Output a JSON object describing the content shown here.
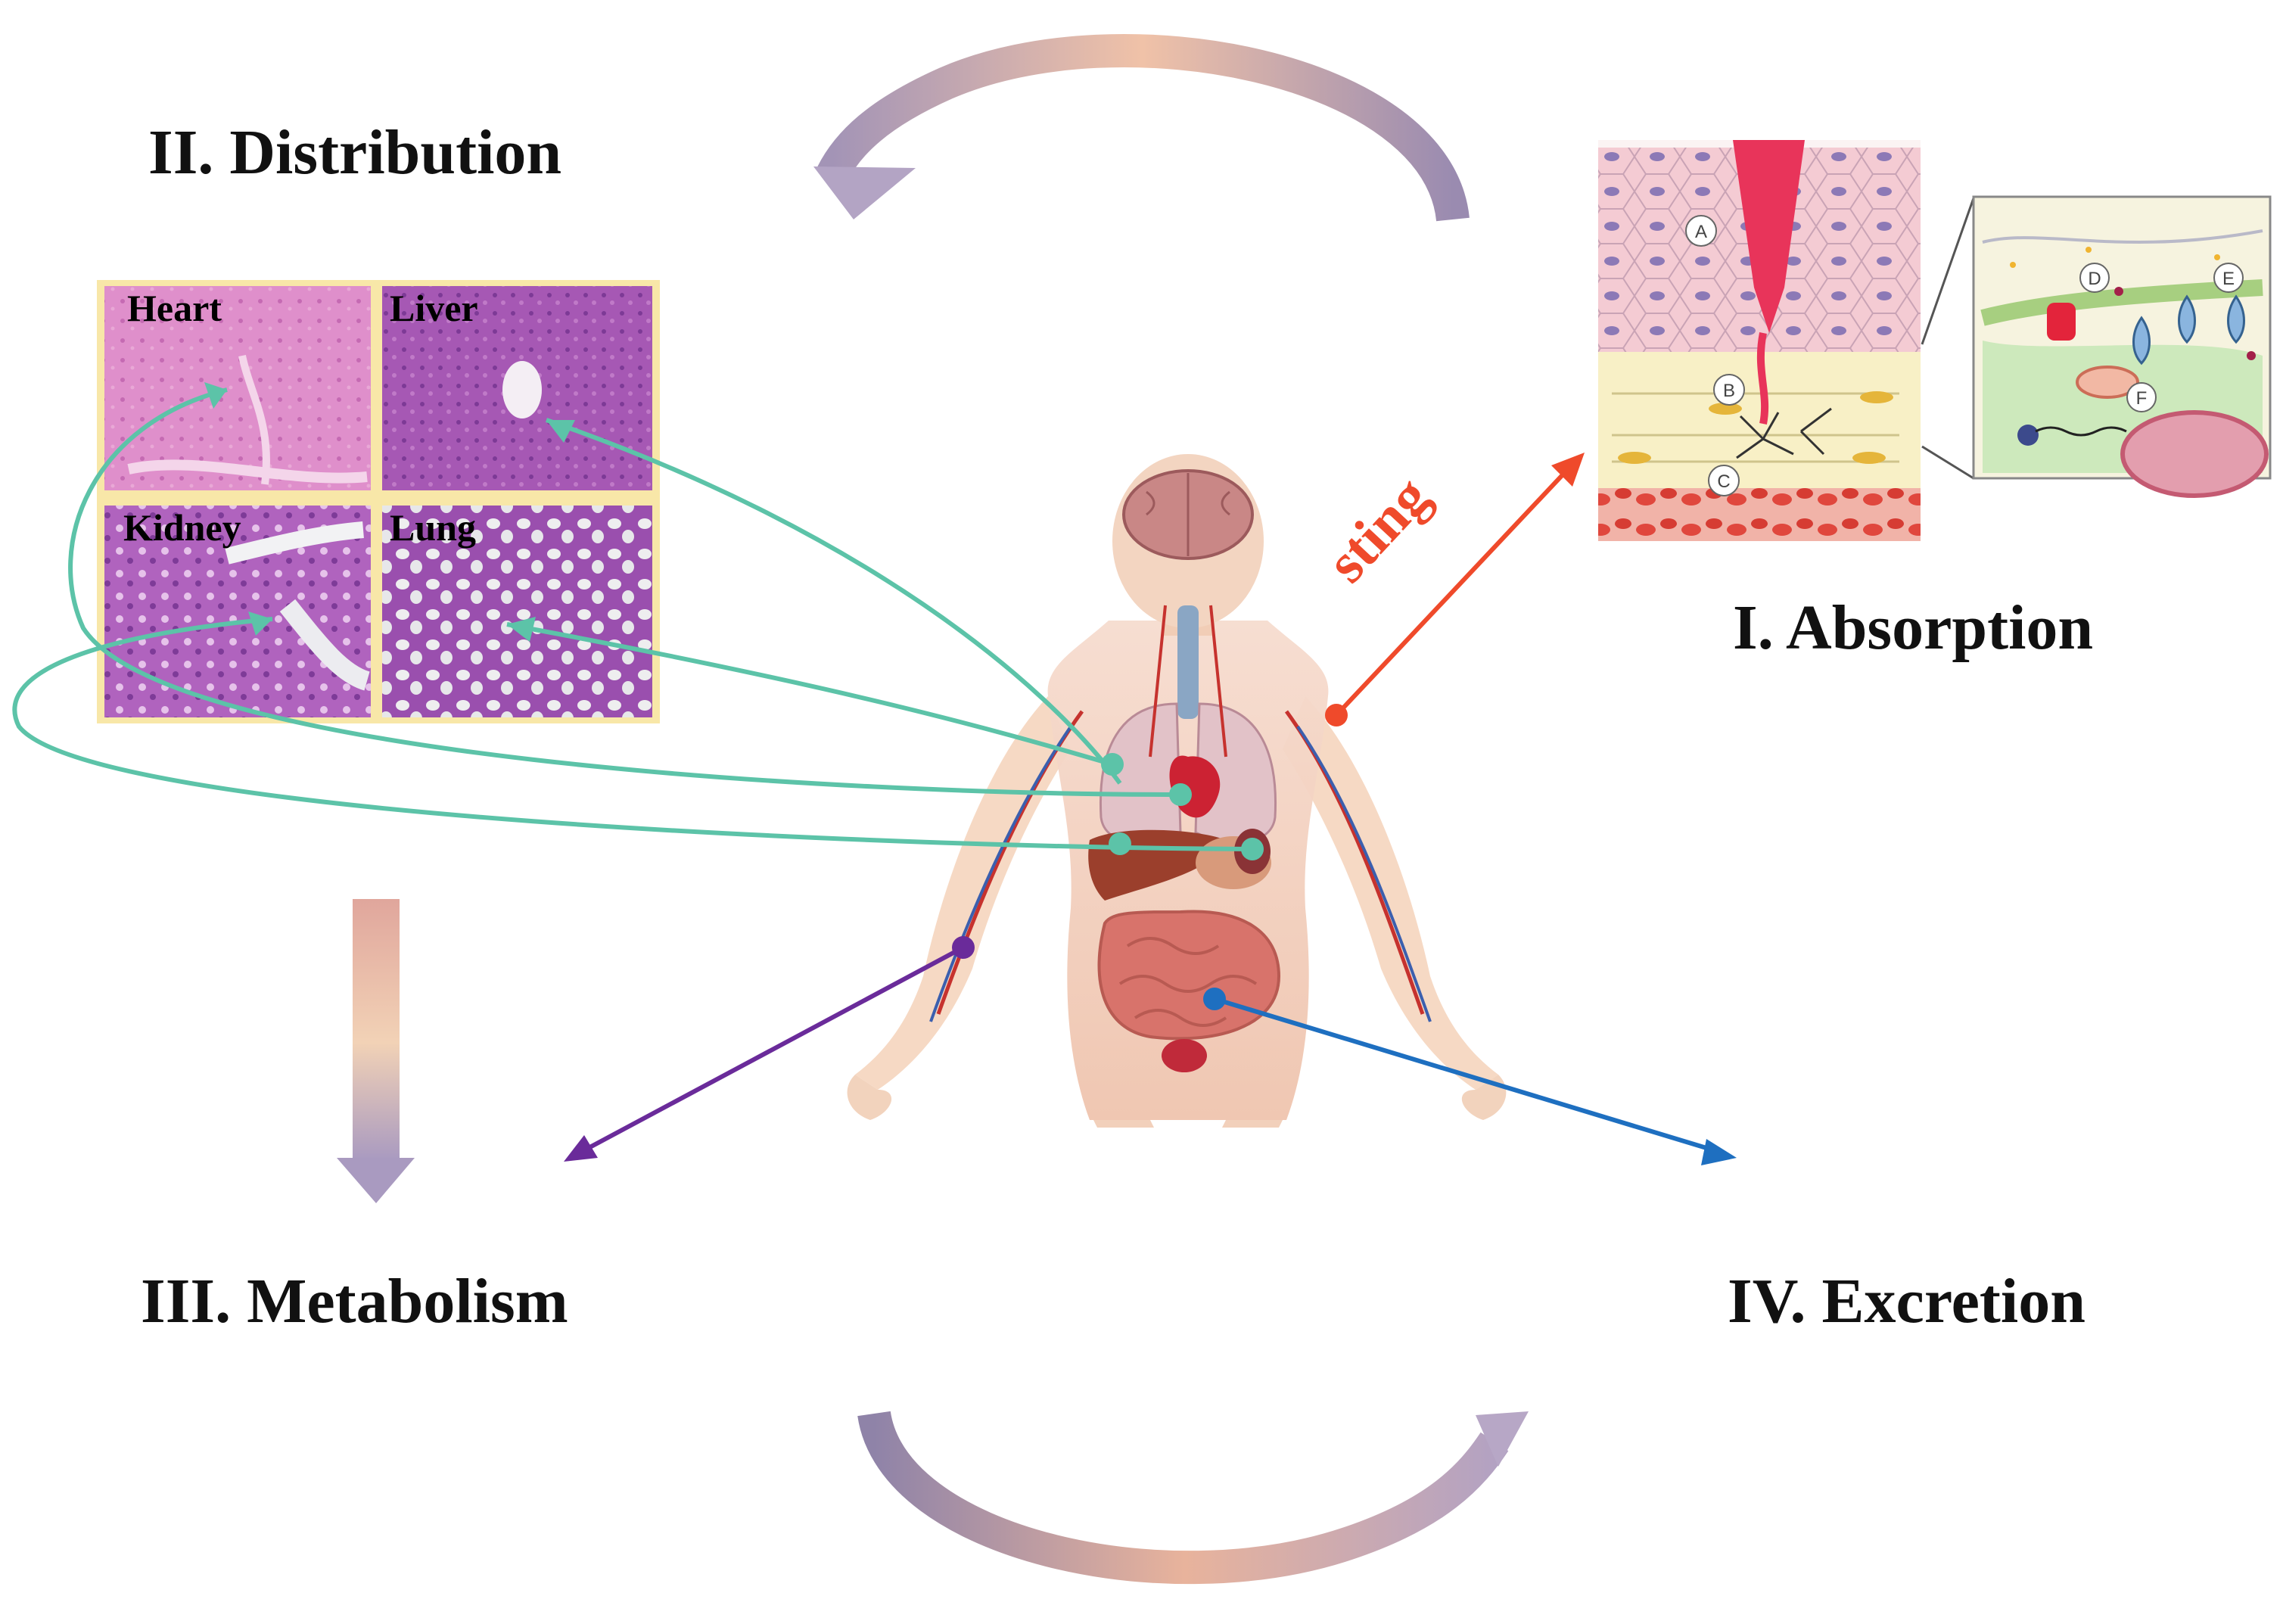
{
  "stages": {
    "absorption": "I. Absorption",
    "distribution": "II. Distribution",
    "metabolism": "III. Metabolism",
    "excretion": "IV. Excretion"
  },
  "sting_label": "sting",
  "tissues": {
    "heart": "Heart",
    "liver": "Liver",
    "kidney": "Kidney",
    "lung": "Lung"
  },
  "cell_markers": [
    "A",
    "B",
    "C",
    "D",
    "E",
    "F"
  ],
  "colors": {
    "sting_arrow": "#ef4a2b",
    "distribution_arrows": "#5cc3a8",
    "metabolism_arrow": "#6a2b9a",
    "excretion_arrow": "#1e6fc0",
    "cycle_arrow_start": "#e4ab9c",
    "cycle_arrow_end": "#9a8bb0",
    "histology_pink": "#d690c4",
    "histology_purple": "#9a4fae",
    "skin_layer": "#f3c7cf",
    "blood_layer": "#e35046"
  }
}
